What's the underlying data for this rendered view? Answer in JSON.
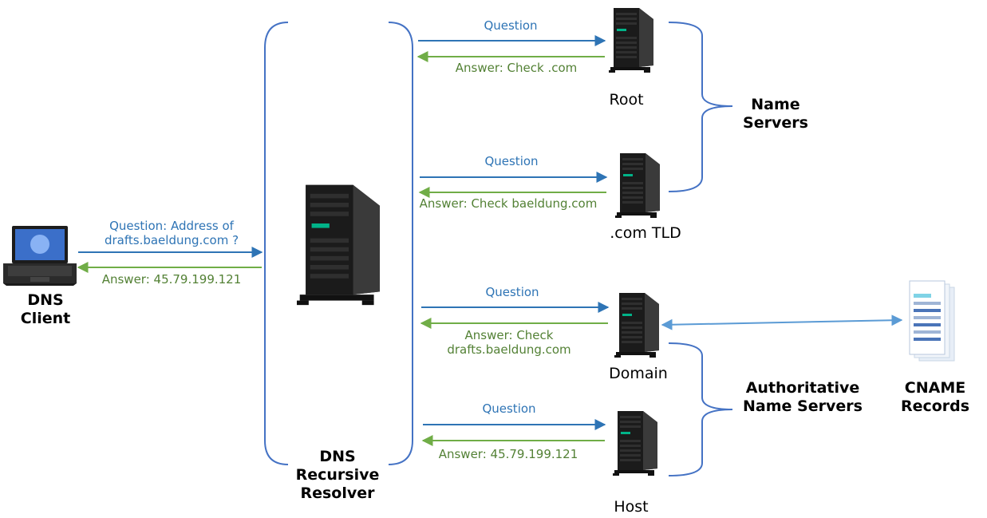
{
  "client": {
    "title_line1": "DNS",
    "title_line2": "Client"
  },
  "resolver": {
    "title_line1": "DNS",
    "title_line2": "Recursive",
    "title_line3": "Resolver"
  },
  "client_exchange": {
    "question_line1": "Question: Address of",
    "question_line2": "drafts.baeldung.com ?",
    "answer": "Answer: 45.79.199.121"
  },
  "exchanges": [
    {
      "question": "Question",
      "answer_line1": "Answer: Check .com",
      "answer_line2": ""
    },
    {
      "question": "Question",
      "answer_line1": "Answer: Check baeldung.com",
      "answer_line2": ""
    },
    {
      "question": "Question",
      "answer_line1": "Answer: Check",
      "answer_line2": "drafts.baeldung.com"
    },
    {
      "question": "Question",
      "answer_line1": "Answer: 45.79.199.121",
      "answer_line2": ""
    }
  ],
  "servers": [
    {
      "label": "Root"
    },
    {
      "label": ".com TLD"
    },
    {
      "label": "Domain"
    },
    {
      "label": "Host"
    }
  ],
  "groups": {
    "name_servers_line1": "Name",
    "name_servers_line2": "Servers",
    "authoritative_line1": "Authoritative",
    "authoritative_line2": "Name Servers"
  },
  "cname": {
    "title_line1": "CNAME",
    "title_line2": "Records"
  },
  "colors": {
    "question": "#2e74b5",
    "answer": "#538135",
    "bracket": "#4472c4",
    "server_body": "#1b1b1b",
    "server_accent": "#00b388"
  },
  "icons": {
    "client": "laptop-icon",
    "resolver": "tower-server-icon",
    "servers": "tower-server-icon",
    "cname": "document-stack-icon"
  }
}
